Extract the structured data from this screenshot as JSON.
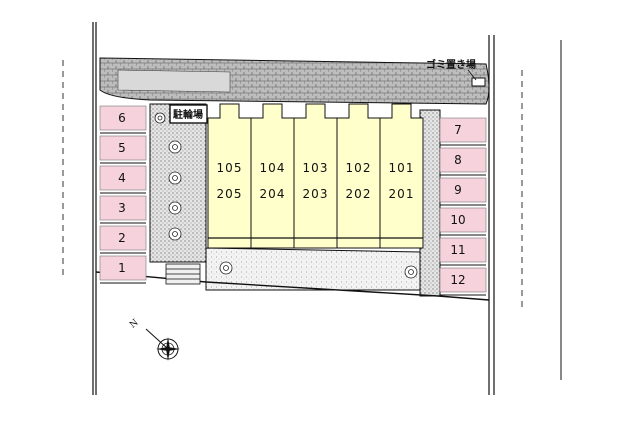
{
  "labels": {
    "bicycle_parking": "駐輪場",
    "garbage_area": "ゴミ置き場",
    "north": "N"
  },
  "parking_left": [
    "6",
    "5",
    "4",
    "3",
    "2",
    "1"
  ],
  "parking_right": [
    "7",
    "8",
    "9",
    "10",
    "11",
    "12"
  ],
  "units": [
    {
      "upper": "105",
      "lower": "205"
    },
    {
      "upper": "104",
      "lower": "204"
    },
    {
      "upper": "103",
      "lower": "203"
    },
    {
      "upper": "102",
      "lower": "202"
    },
    {
      "upper": "101",
      "lower": "201"
    }
  ],
  "colors": {
    "parking": "#f6d2dc",
    "building": "#ffffcc",
    "paving": "#cfcfcf",
    "line": "#111111"
  }
}
